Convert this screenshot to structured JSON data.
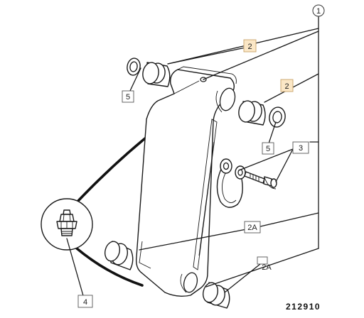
{
  "callouts": {
    "main_assembly": "1",
    "bush_a": "2",
    "bush_b": "2",
    "washer_a": "5",
    "washer_b": "5",
    "shackle": "3",
    "lower_bush_a": "2A",
    "lower_bush_b": "2A",
    "grease_nipple": "4"
  },
  "drawing_number": "212910",
  "colors": {
    "highlight_fill": "#fbe7c6",
    "highlight_border": "#c9a36a",
    "line": "#1a1a1a"
  }
}
